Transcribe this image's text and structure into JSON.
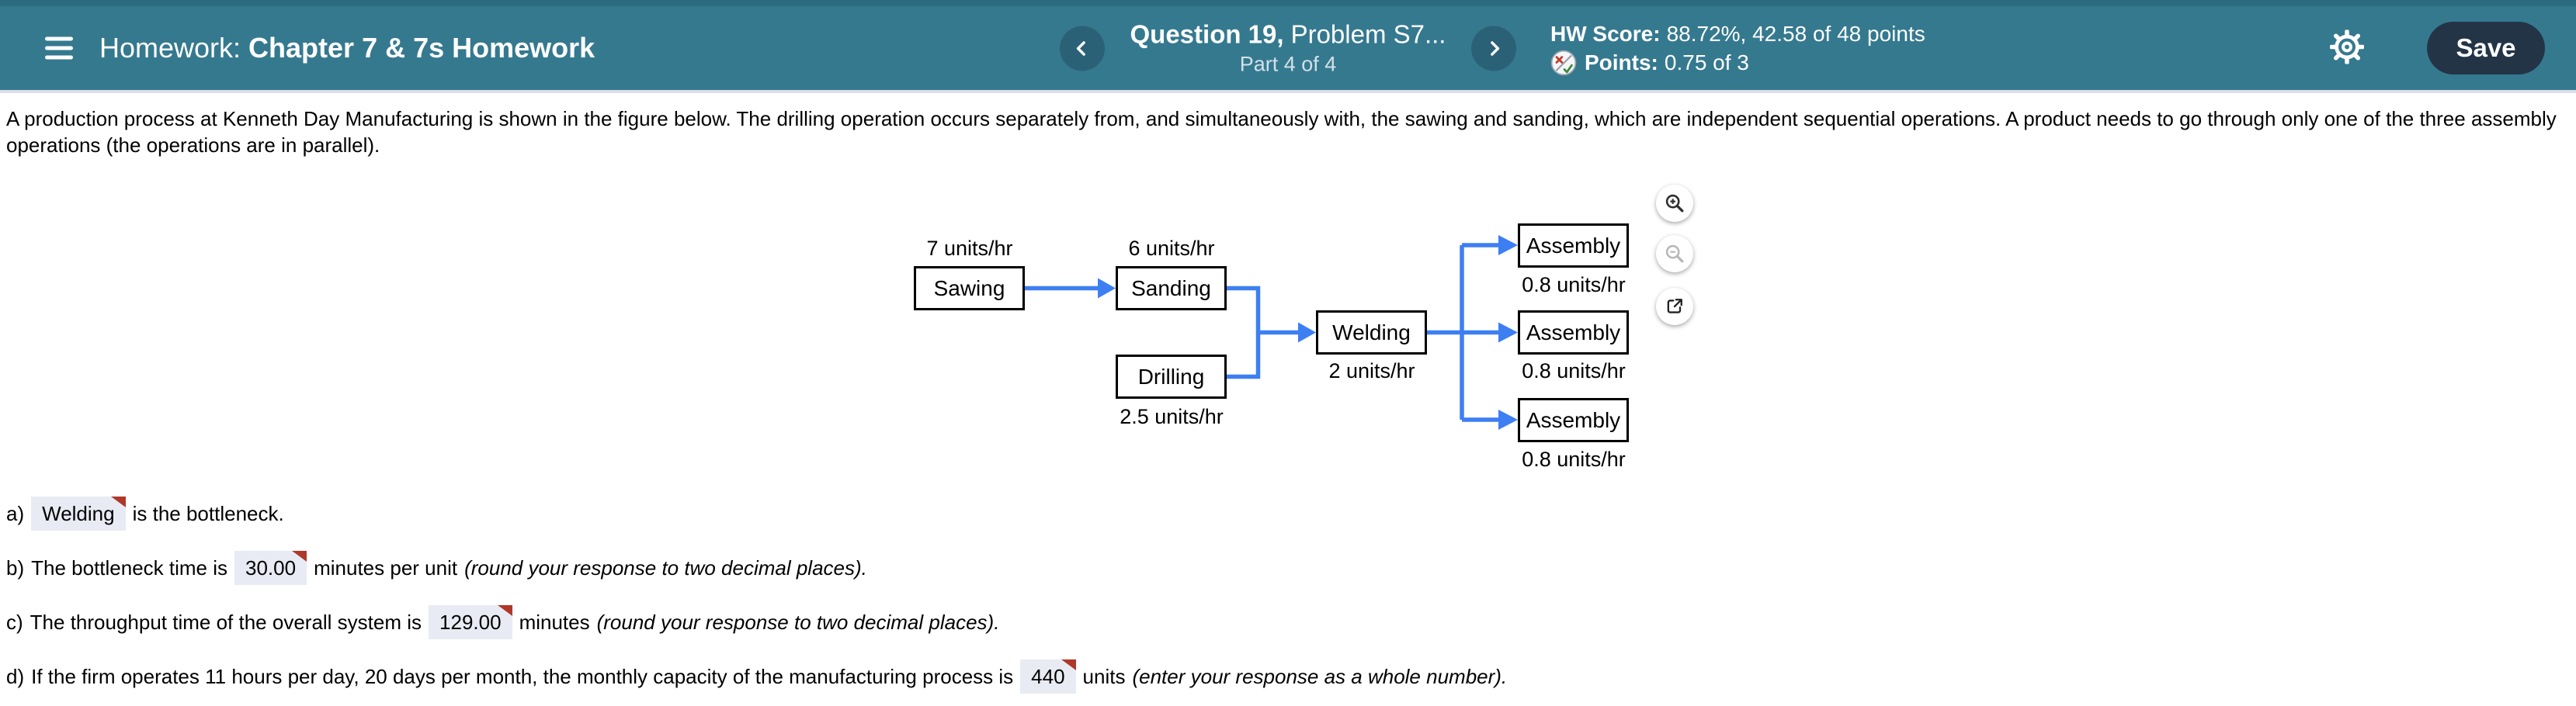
{
  "header": {
    "title_label": "Homework:",
    "title": "Chapter 7 & 7s Homework",
    "question_number": "Question 19,",
    "question_source": "Problem S7...",
    "part": "Part 4 of 4",
    "hw_score_label": "HW Score:",
    "hw_score_value": "88.72%, 42.58 of 48 points",
    "points_label": "Points:",
    "points_value": "0.75 of 3",
    "save_label": "Save",
    "colors": {
      "header_bg": "#35798f",
      "save_bg": "#243447",
      "nav_circle": "#2b6177"
    }
  },
  "problem": {
    "text": "A production process at Kenneth Day Manufacturing is shown in the figure below. The drilling operation occurs separately from, and simultaneously with, the sawing and sanding, which are independent sequential operations. A product needs to go through only one of the three assembly operations (the operations are in parallel)."
  },
  "diagram": {
    "nodes": [
      {
        "id": "sawing",
        "label": "Sawing",
        "rate": "7 units/hr",
        "rate_position": "above"
      },
      {
        "id": "sanding",
        "label": "Sanding",
        "rate": "6 units/hr",
        "rate_position": "above"
      },
      {
        "id": "drilling",
        "label": "Drilling",
        "rate": "2.5 units/hr",
        "rate_position": "below"
      },
      {
        "id": "welding",
        "label": "Welding",
        "rate": "2 units/hr",
        "rate_position": "below"
      },
      {
        "id": "assembly-top",
        "label": "Assembly",
        "rate": "0.8 units/hr",
        "rate_position": "below"
      },
      {
        "id": "assembly-middle",
        "label": "Assembly",
        "rate": "0.8 units/hr",
        "rate_position": "below"
      },
      {
        "id": "assembly-bottom",
        "label": "Assembly",
        "rate": "0.8 units/hr",
        "rate_position": "below"
      }
    ],
    "edges": [
      "sawing->sanding",
      "sanding->welding",
      "drilling->welding",
      "welding->assembly-top",
      "welding->assembly-middle",
      "welding->assembly-bottom"
    ],
    "arrow_color": "#3d7ff2",
    "tools": [
      {
        "icon": "zoom-in-icon"
      },
      {
        "icon": "zoom-out-icon",
        "disabled": true
      },
      {
        "icon": "open-in-new-icon"
      }
    ]
  },
  "answers": [
    {
      "prefix": "a)",
      "value": "Welding",
      "after": "is the bottleneck.",
      "flag": "marked"
    },
    {
      "prefix": "b)",
      "before": "The bottleneck time is",
      "value": "30.00",
      "after": "minutes per unit",
      "note": "(round your response to two decimal places).",
      "flag": "marked"
    },
    {
      "prefix": "c)",
      "before": "The throughput time of the overall system is",
      "value": "129.00",
      "after": "minutes",
      "note": "(round your response to two decimal places).",
      "flag": "marked"
    },
    {
      "prefix": "d)",
      "before": "If the firm operates 11 hours per day, 20 days per month, the monthly capacity of the manufacturing process is",
      "value": "440",
      "after": "units",
      "note": "(enter your response as a whole number).",
      "flag": "marked"
    }
  ]
}
